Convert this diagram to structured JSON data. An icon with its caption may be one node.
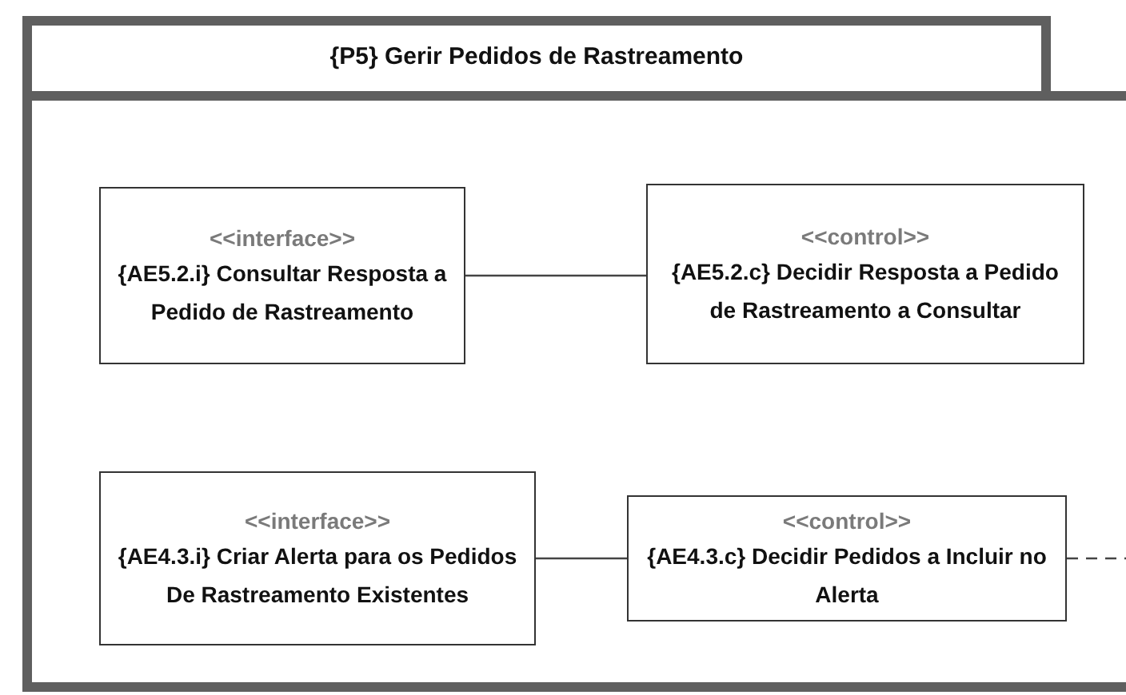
{
  "diagram": {
    "nodes": [
      {
        "text": [
          "{P5} Gerir Pedidos de Rastreamento"
        ]
      },
      {
        "text": [
          "<<interface>>",
          "{AE5.2.i} Consultar Resposta a Pedido de Rastreamento"
        ],
        "in": 0
      },
      {
        "text": [
          "<<control>>",
          "{AE5.2.c} Decidir Resposta a Pedido de Rastreamento a Consultar"
        ],
        "in": 0
      },
      {
        "text": [
          "<<interface>>",
          "{AE4.3.i} Criar Alerta para os Pedidos De Rastreamento Existentes"
        ],
        "in": 0
      },
      {
        "text": [
          "<<control>>",
          "{AE4.3.c} Decidir Pedidos a Incluir no Alerta"
        ],
        "in": 0
      }
    ],
    "edges": [
      {
        "from": 1,
        "to": 2,
        "arrow": "none"
      },
      {
        "from": 3,
        "to": 4,
        "arrow": "none"
      },
      {
        "from": 4,
        "to": null,
        "arrow": "none",
        "style": "dashed"
      }
    ]
  }
}
